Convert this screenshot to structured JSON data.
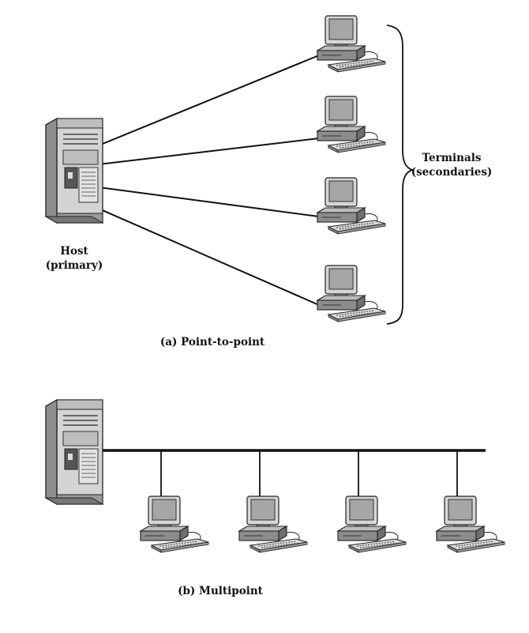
{
  "point_to_point": {
    "host_label": "Host",
    "host_sublabel": "(primary)",
    "terminals_label": "Terminals",
    "terminals_sublabel": "(secondaries)",
    "caption": "(a) Point-to-point",
    "terminal_count": 4
  },
  "multipoint": {
    "caption": "(b) Multipoint",
    "terminal_count": 4
  },
  "colors": {
    "line": "#111111",
    "device_fill": "#cfcfcf",
    "device_dark": "#8a8a8a",
    "screen": "#a9a9a9"
  }
}
